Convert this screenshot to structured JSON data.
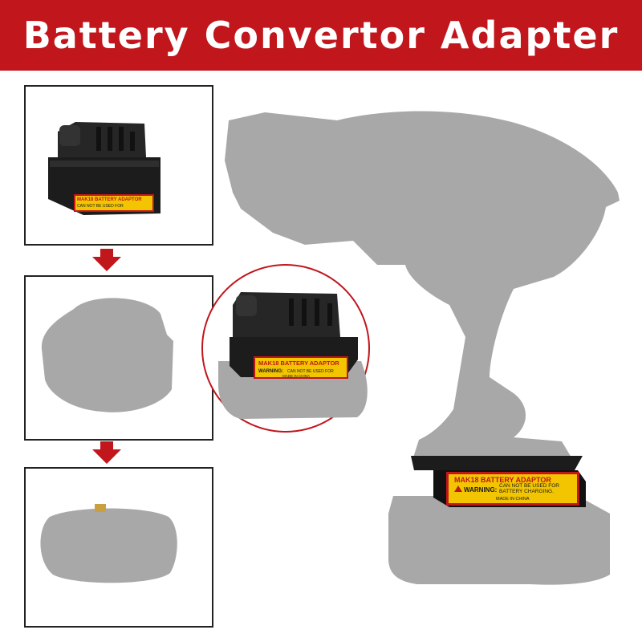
{
  "banner": {
    "title": "Battery Convertor Adapter",
    "background_color": "#c0161c",
    "text_color": "#ffffff"
  },
  "adapter_label": {
    "title": "MAK18 BATTERY ADAPTOR",
    "warning": "WARNING:",
    "warning_text_line1": "CAN NOT BE USED FOR",
    "warning_text_line2": "BATTERY CHARGING.",
    "origin": "MADE IN CHINA"
  },
  "colors": {
    "silhouette_gray": "#a8a8a8",
    "adapter_black": "#1c1c1c",
    "arrow_red": "#c0161c",
    "circle_red": "#c0161c",
    "label_yellow": "#f2c500"
  },
  "icons": {
    "step_arrow": "arrow-down-icon",
    "warning": "warning-triangle-icon"
  }
}
